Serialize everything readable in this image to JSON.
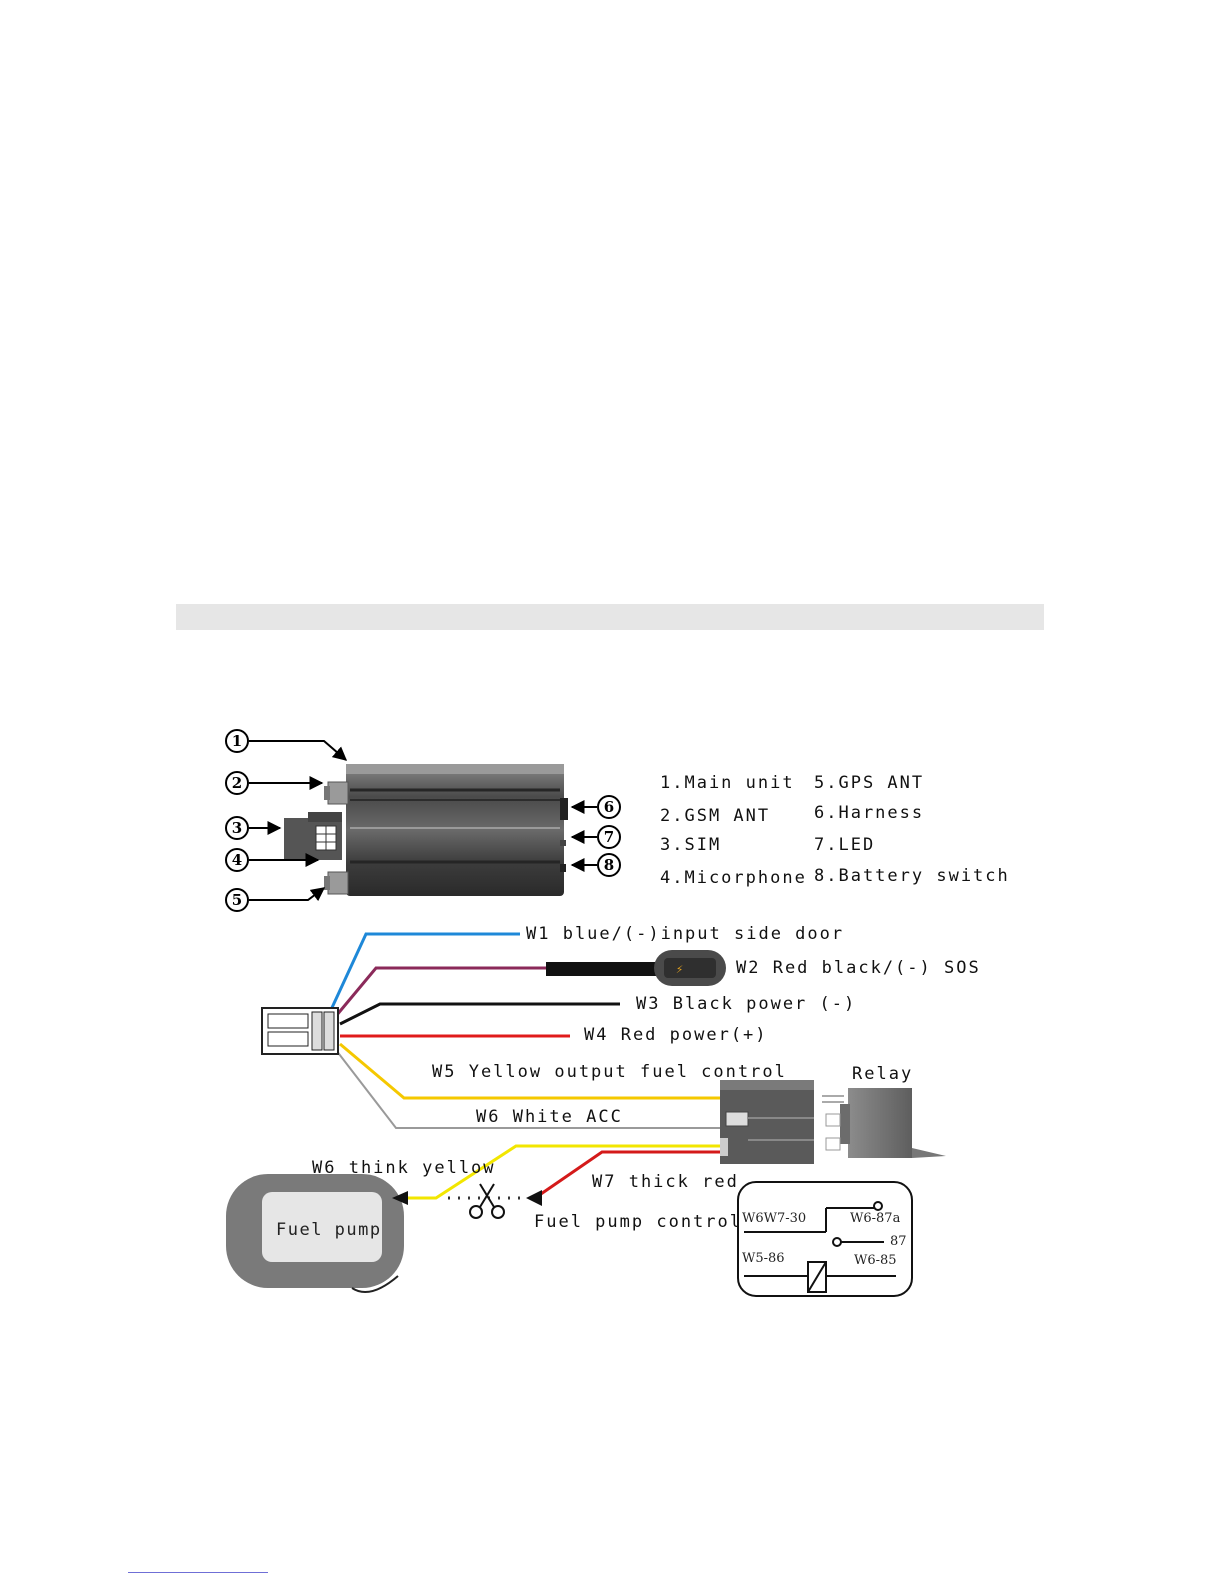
{
  "legend": {
    "items": [
      "1.Main unit",
      "2.GSM ANT",
      "3.SIM",
      "4.Micorphone",
      "5.GPS ANT",
      "6.Harness",
      "7.LED",
      "8.Battery switch"
    ]
  },
  "callouts": [
    "1",
    "2",
    "3",
    "4",
    "5",
    "6",
    "7",
    "8"
  ],
  "wires": {
    "w1": {
      "label": "W1 blue/(-)input side door",
      "color": "#1e88d8"
    },
    "w2": {
      "label": "W2 Red black/(-) SOS",
      "color": "#8b2a5a"
    },
    "w3": {
      "label": "W3 Black power (-)",
      "color": "#111111"
    },
    "w4": {
      "label": "W4 Red power(+)",
      "color": "#e01b1b"
    },
    "w5": {
      "label": "W5 Yellow output fuel  control",
      "color": "#f5c800"
    },
    "w6": {
      "label": "W6   White ACC",
      "color": "#9a9a9a"
    },
    "w6_yellow": {
      "label": "W6 think yellow",
      "color": "#f2e600"
    },
    "w7": {
      "label": "W7 thick red",
      "color": "#d41a1a"
    }
  },
  "relay": {
    "title": "Relay",
    "pins": {
      "p30": "W6W7-30",
      "p87a": "W6-87a",
      "p87": "87",
      "p86": "W5-86",
      "p85": "W6-85"
    }
  },
  "fuel_pump": {
    "box_label": "Fuel pump",
    "control_label": "Fuel pump control"
  }
}
